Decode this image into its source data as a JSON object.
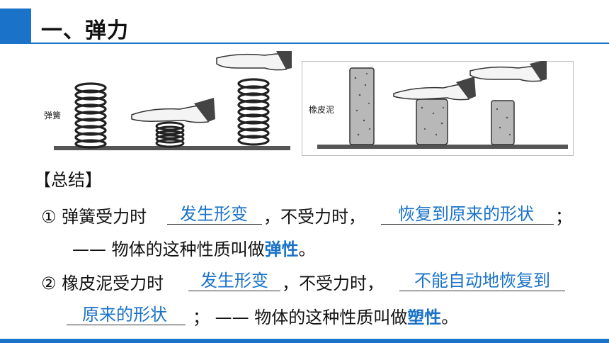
{
  "title": "一、弹力",
  "figures": {
    "spring_label": "弹簧",
    "clay_label": "橡皮泥"
  },
  "summary": {
    "heading": "【总结】",
    "item1": {
      "prefix": "① 弹簧受力时",
      "blank1": "发生形变",
      "middle": "，不受力时，",
      "blank2": "恢复到原来的形状",
      "end": "；"
    },
    "item1_note": {
      "dash": "——",
      "text": " 物体的这种性质叫做",
      "term": "弹性",
      "end": "。"
    },
    "item2": {
      "prefix": "② 橡皮泥受力时",
      "blank1": "发生形变",
      "middle": "，不受力时，",
      "blank2a": "不能自动地恢复到",
      "blank2b": "原来的形状",
      "end": "；",
      "dash": "——",
      "text": " 物体的这种性质叫做",
      "term": "塑性",
      "end2": "。"
    }
  },
  "colors": {
    "accent": "#1a73c8"
  }
}
